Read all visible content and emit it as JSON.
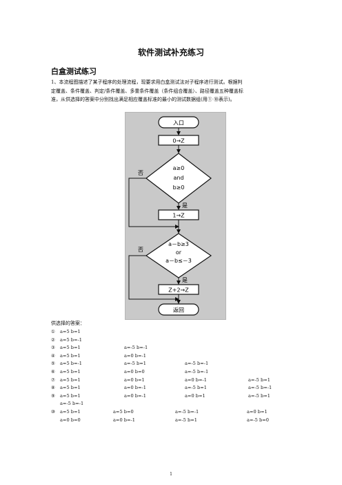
{
  "doc": {
    "title": "软件测试补充练习",
    "section": "白盒测试练习",
    "para_lines": [
      "1、本流程图描述了某子程序的处理流程，现要求用白盒测试法对子程序进行测试。根据判",
      "定覆盖、条件覆盖、判定/条件覆盖、多重条件覆盖（条件组合覆盖）、路径覆盖五种覆盖标",
      "准，从供选择的答案中分别找出满足相应覆盖标准的最小的测试数据组(用① ⑩表示)。"
    ],
    "answers_head": "供选择的答案：",
    "page_number": "1"
  },
  "flowchart": {
    "start": "入口",
    "step1": "0→Z",
    "cond1": [
      "a≥0",
      "and",
      "b≥0"
    ],
    "no1": "否",
    "yes1": "是",
    "step2": "1→Z",
    "cond2": [
      "a－b≥3",
      "or",
      "a－b≤－3"
    ],
    "no2": "否",
    "yes2": "是",
    "step3": "Z+2→Z",
    "end": "返回"
  },
  "answers": [
    {
      "n": "①",
      "cols": [
        "a=5 b=1"
      ]
    },
    {
      "n": "②",
      "cols": [
        "a=5 b=-1"
      ]
    },
    {
      "n": "③",
      "cols": [
        "a=5 b=1",
        "a=-5 b=-1"
      ]
    },
    {
      "n": "④",
      "cols": [
        "a=5 b=1",
        "a=0 b=-1"
      ]
    },
    {
      "n": "⑤",
      "cols": [
        "a=5 b=-1",
        "a=-5 b=1",
        "a=-5 b=-1"
      ]
    },
    {
      "n": "⑥",
      "cols": [
        "a=5 b=1",
        "a=0 b=0",
        "a=-5 b=-1"
      ]
    },
    {
      "n": "⑦",
      "cols": [
        "a=5 b=1",
        "a=0 b=1",
        "a=0 b=-1",
        "a=-5 b=1"
      ]
    },
    {
      "n": "⑧",
      "cols": [
        "a=5 b=1",
        "a=0 b=-1",
        "a=-5 b=1",
        "a=-5 b=-1"
      ]
    },
    {
      "n": "⑨",
      "cols": [
        "a=5 b=1",
        "a=0 b=-1",
        "a=0 b=1",
        "a=-5 b=1"
      ],
      "cont": "a=-5 b=-1"
    },
    {
      "n": "⑩",
      "cols": [
        "a=5 b=1",
        "a=5 b=0",
        "a=-5 b=-1",
        "a=0 b=1"
      ],
      "cont2": [
        "a=0 b=0",
        "a=0 b=-1",
        "a=-5 b=1",
        "a=-5 b=0"
      ]
    }
  ]
}
